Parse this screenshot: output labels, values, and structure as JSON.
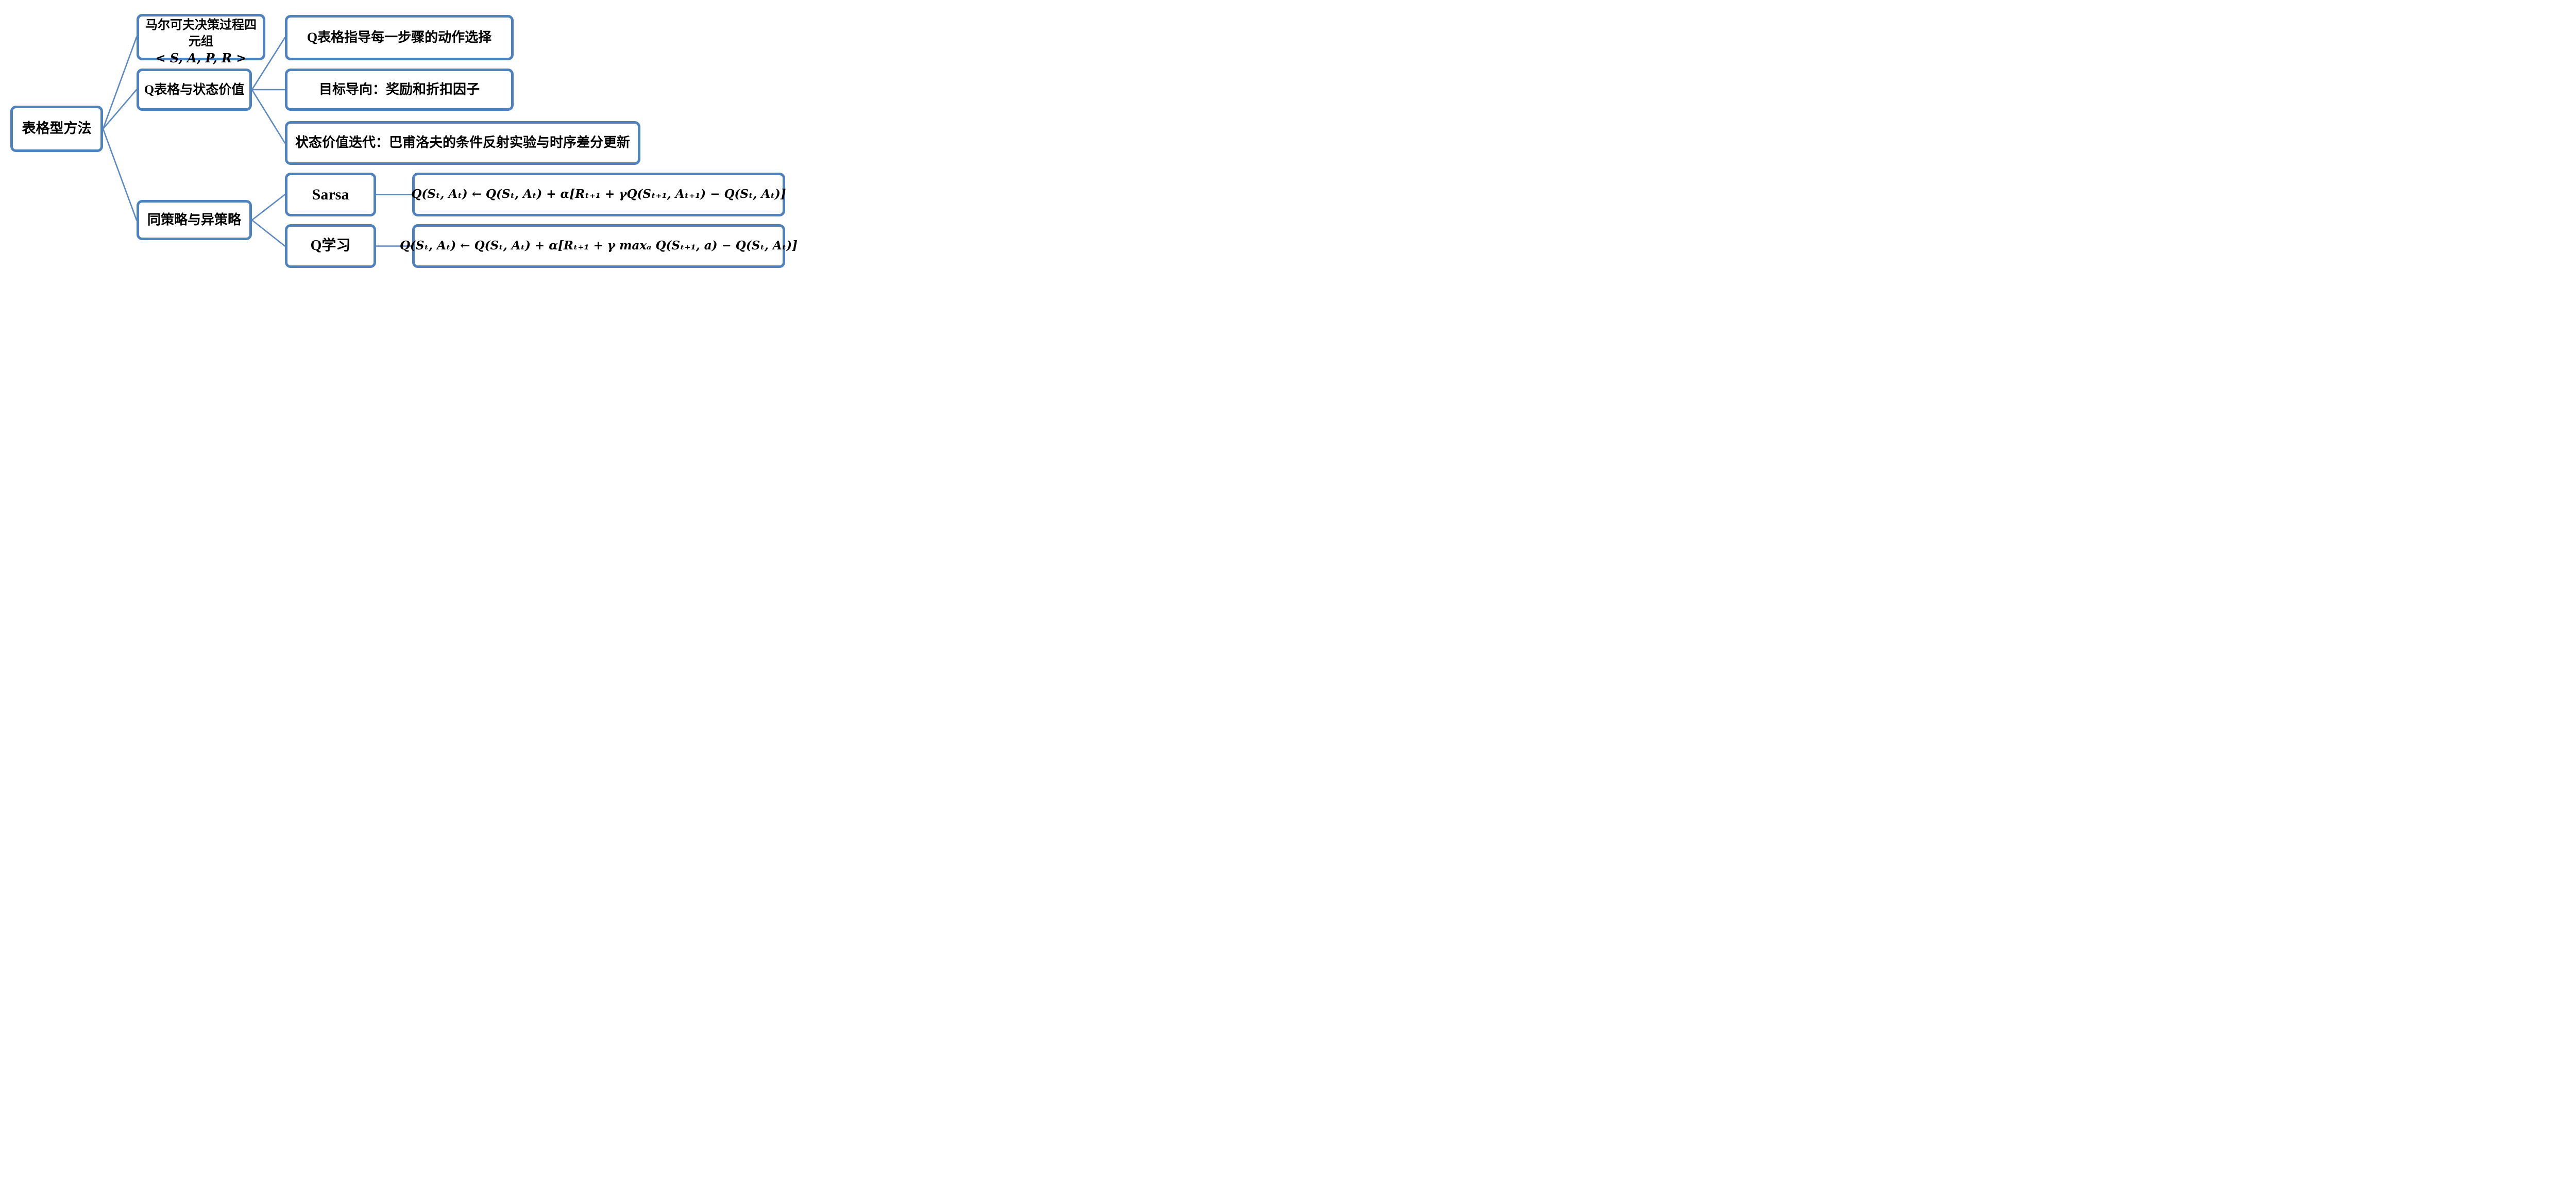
{
  "colors": {
    "accent": "#4f81bd",
    "line": "#5b89c0",
    "background": "#ffffff",
    "text": "#000000"
  },
  "nodes": {
    "root": {
      "label": "表格型方法"
    },
    "mdp": {
      "text": "马尔可夫决策过程四元组",
      "math": "< S, A, P, R >"
    },
    "qtable": {
      "label": "Q表格与状态价值"
    },
    "qguide": {
      "label": "Q表格指导每一步骤的动作选择"
    },
    "goal": {
      "label": "目标导向：奖励和折扣因子"
    },
    "valueiter": {
      "label": "状态价值迭代：巴甫洛夫的条件反射实验与时序差分更新"
    },
    "policy": {
      "label": "同策略与异策略"
    },
    "sarsa": {
      "label": "Sarsa"
    },
    "qlearn": {
      "label": "Q学习"
    },
    "sarsa_formula": {
      "formula": "Q(Sₜ, Aₜ) ← Q(Sₜ, Aₜ) + α[Rₜ₊₁ + γQ(Sₜ₊₁, Aₜ₊₁) − Q(Sₜ, Aₜ)]"
    },
    "qlearn_formula": {
      "formula": "Q(Sₜ, Aₜ) ← Q(Sₜ, Aₜ) + α[Rₜ₊₁ + γ maxₐ Q(Sₜ₊₁, a) − Q(Sₜ, Aₜ)]"
    }
  },
  "edges": [
    {
      "from": "root",
      "to": "mdp"
    },
    {
      "from": "root",
      "to": "qtable"
    },
    {
      "from": "root",
      "to": "policy"
    },
    {
      "from": "qtable",
      "to": "qguide"
    },
    {
      "from": "qtable",
      "to": "goal"
    },
    {
      "from": "qtable",
      "to": "valueiter"
    },
    {
      "from": "policy",
      "to": "sarsa"
    },
    {
      "from": "policy",
      "to": "qlearn"
    },
    {
      "from": "sarsa",
      "to": "sarsa_formula"
    },
    {
      "from": "qlearn",
      "to": "qlearn_formula"
    }
  ]
}
